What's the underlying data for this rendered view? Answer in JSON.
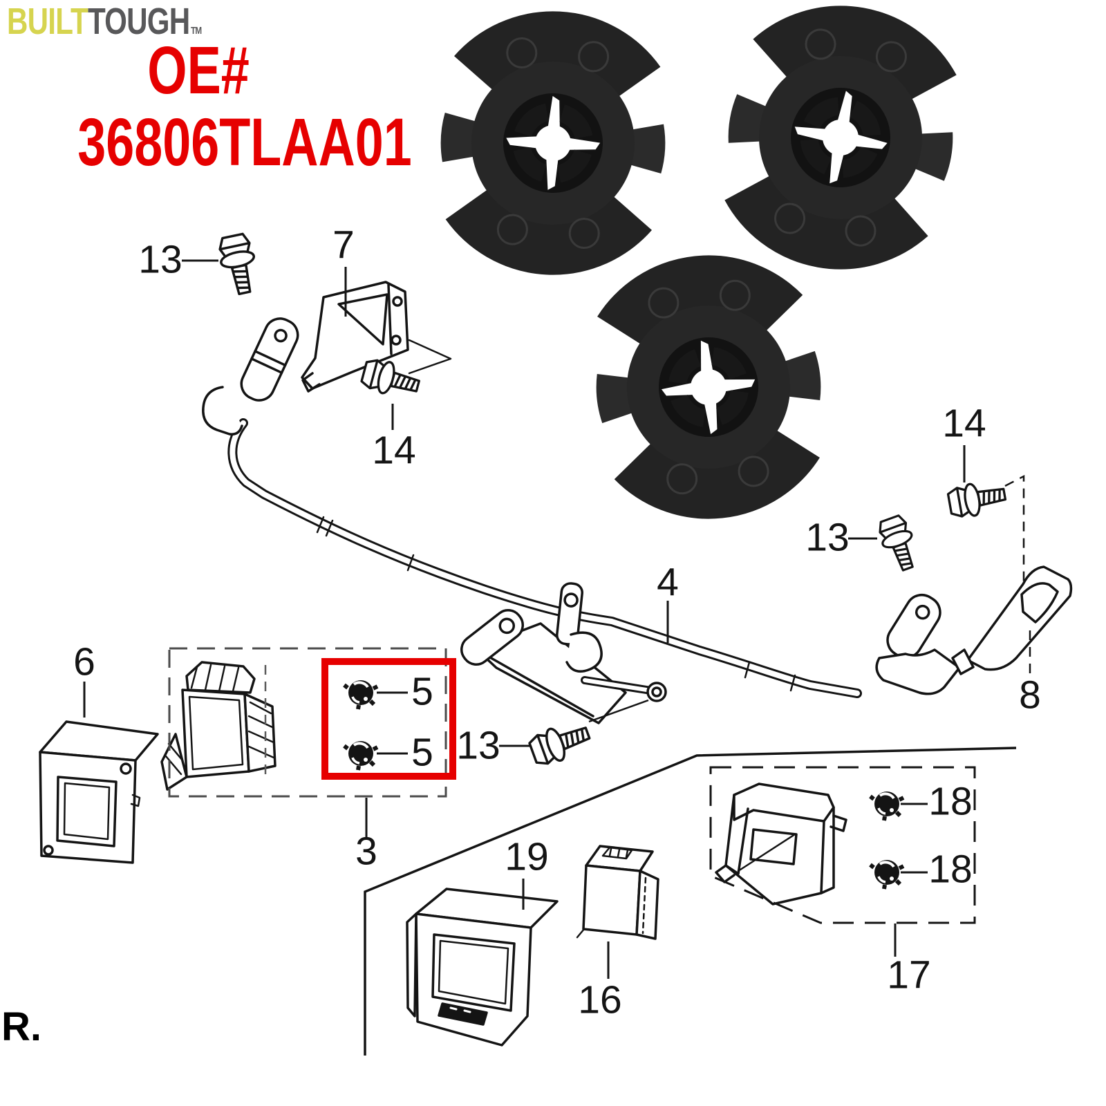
{
  "colors": {
    "highlight_red": "#e60000",
    "logo_yellow": "#d6d44f",
    "logo_gray": "#58585a",
    "line_art": "#141414",
    "clip_body": "#262626"
  },
  "branding": {
    "logo_word1": "BUILT",
    "logo_word2": "TOUGH",
    "trademark": "TM"
  },
  "title": {
    "line1": "OE#",
    "line2": "36806TLAA01"
  },
  "footnote": "R.",
  "photos": {
    "count": "3",
    "item": "black push-nut retainer clip product photo"
  },
  "callouts": [
    {
      "id": "13-top-left",
      "label": "13"
    },
    {
      "id": "7",
      "label": "7"
    },
    {
      "id": "14-left",
      "label": "14"
    },
    {
      "id": "4",
      "label": "4"
    },
    {
      "id": "14-right",
      "label": "14"
    },
    {
      "id": "13-right",
      "label": "13"
    },
    {
      "id": "8",
      "label": "8"
    },
    {
      "id": "6",
      "label": "6"
    },
    {
      "id": "5-top",
      "label": "5"
    },
    {
      "id": "5-bottom",
      "label": "5"
    },
    {
      "id": "13-middle",
      "label": "13"
    },
    {
      "id": "3",
      "label": "3"
    },
    {
      "id": "19",
      "label": "19"
    },
    {
      "id": "16",
      "label": "16"
    },
    {
      "id": "18-top",
      "label": "18"
    },
    {
      "id": "18-bottom",
      "label": "18"
    },
    {
      "id": "17",
      "label": "17"
    }
  ]
}
